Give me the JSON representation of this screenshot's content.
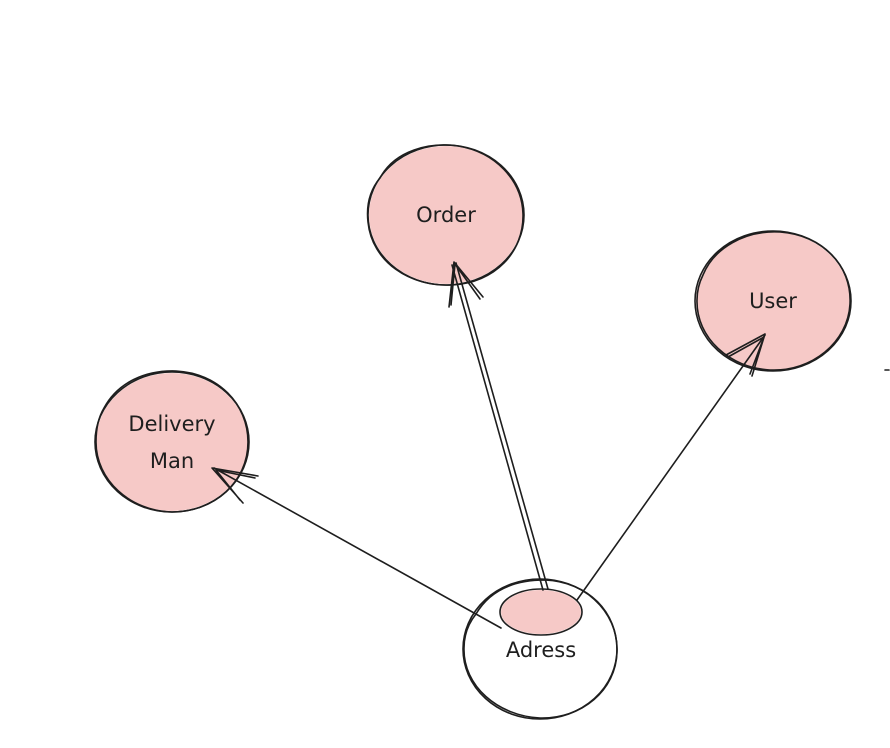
{
  "colors": {
    "node_fill": "#f6c9c7",
    "stroke": "#1e1e1e",
    "background": "#ffffff"
  },
  "nodes": {
    "order": {
      "label": "Order"
    },
    "user": {
      "label": "User"
    },
    "delivery_man": {
      "label_line1": "Delivery",
      "label_line2": "Man"
    },
    "address": {
      "label": "Adress"
    }
  },
  "edges": [
    {
      "from": "Adress",
      "to": "Order"
    },
    {
      "from": "Adress",
      "to": "User"
    },
    {
      "from": "Adress",
      "to": "Delivery Man"
    }
  ]
}
